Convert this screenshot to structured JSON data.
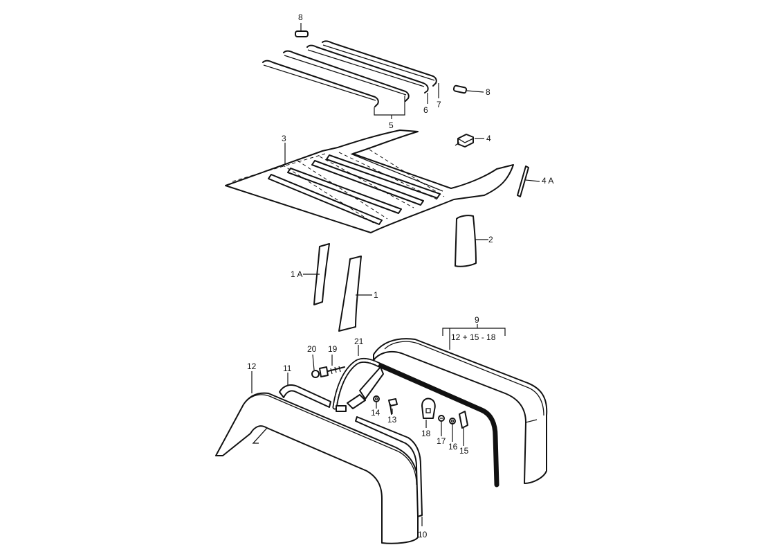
{
  "callouts": {
    "c1": "1",
    "c1a": "1 A",
    "c2": "2",
    "c3": "3",
    "c4": "4",
    "c4a": "4 A",
    "c5": "5",
    "c6": "6",
    "c7": "7",
    "c8_top": "8",
    "c8_right": "8",
    "c9": "9",
    "c9_sub": "12 + 15 - 18",
    "c10": "10",
    "c11": "11",
    "c12": "12",
    "c13": "13",
    "c14": "14",
    "c15": "15",
    "c16": "16",
    "c17": "17",
    "c18": "18",
    "c19": "19",
    "c20": "20",
    "c21": "21"
  }
}
